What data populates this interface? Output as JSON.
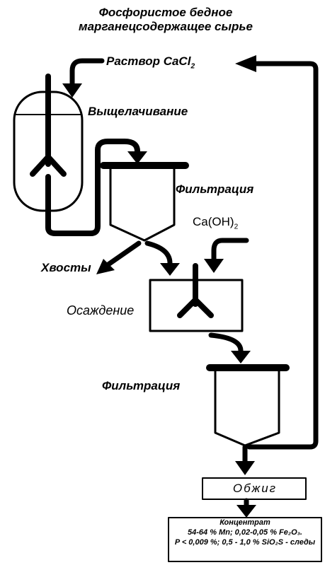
{
  "diagram": {
    "raw_material": "Фосфористое бедное марганецсодержащее сырье",
    "reagent_1": "Раствор CaCl",
    "reagent_1_sub": "2",
    "stage_leaching": "Выщелачивание",
    "stage_filtration_1": "Фильтрация",
    "reagent_2": "Ca(OH)",
    "reagent_2_sub": "2",
    "tails": "Хвосты",
    "stage_precipitation": "Осаждение",
    "stage_filtration_2": "Фильтрация",
    "stage_roasting": "Обжиг",
    "product": {
      "title": "Концентрат",
      "line1": "54-64 % Mn; 0,02-0,05 % Fe₂O₃.",
      "line2": "P < 0,009 %; 0,5 - 1,0 % SiO₂S - следы"
    }
  }
}
